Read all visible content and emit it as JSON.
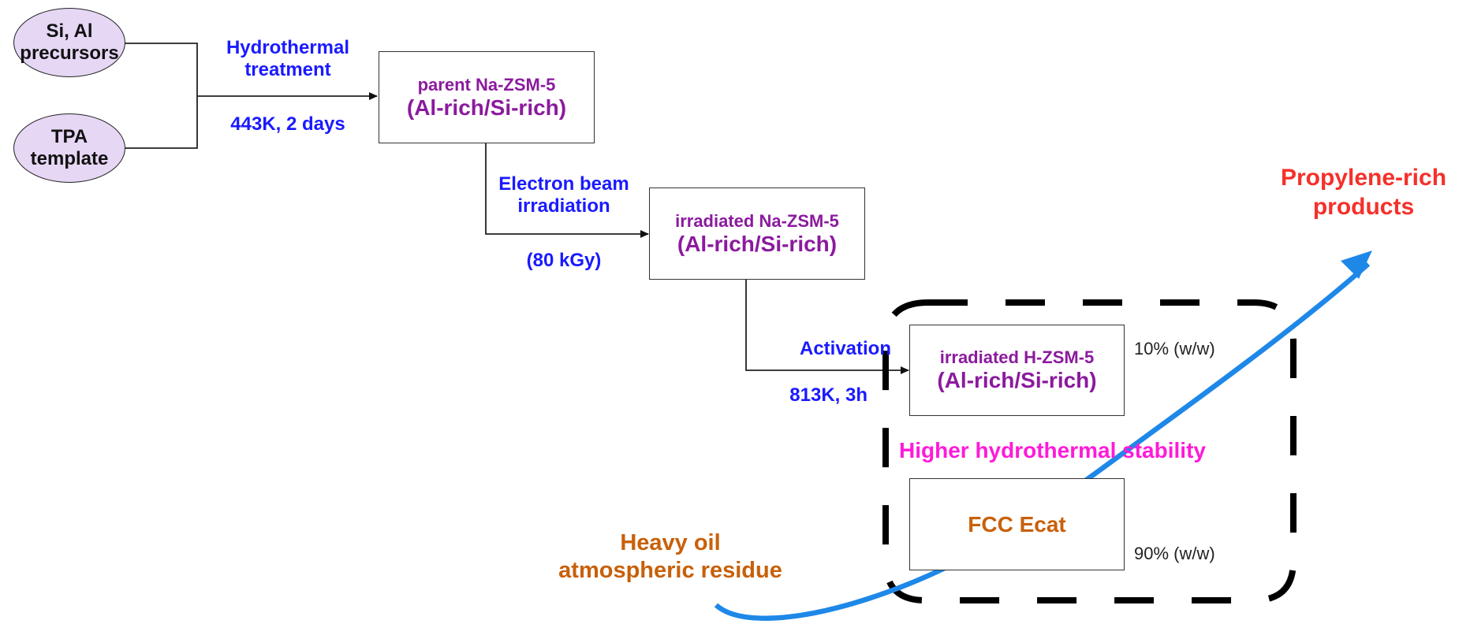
{
  "inputs": {
    "si_al": [
      "Si, Al",
      "precursors"
    ],
    "tpa": [
      "TPA",
      "template"
    ]
  },
  "step1": {
    "label": [
      "Hydrothermal",
      "treatment"
    ],
    "condition": "443K, 2 days"
  },
  "parent": {
    "line1": "parent Na-ZSM-5",
    "line2": "(Al-rich/Si-rich)"
  },
  "step2": {
    "label": [
      "Electron beam",
      "irradiation"
    ],
    "condition": "(80 kGy)"
  },
  "irradiated_na": {
    "line1": "irradiated Na-ZSM-5",
    "line2": "(Al-rich/Si-rich)"
  },
  "step3": {
    "label": "Activation",
    "condition": "813K, 3h"
  },
  "irradiated_h": {
    "line1": "irradiated H-ZSM-5",
    "line2": "(Al-rich/Si-rich)",
    "fraction": "10% (w/w)"
  },
  "fcc": {
    "label": "FCC Ecat",
    "fraction": "90% (w/w)"
  },
  "stability": "Higher hydrothermal stability",
  "feed": [
    "Heavy oil",
    "atmospheric residue"
  ],
  "product": [
    "Propylene-rich",
    "products"
  ],
  "colors": {
    "blue": "#1a1aff",
    "purple": "#8b1a9e",
    "magenta": "#ff1ad9",
    "orange": "#c8600a",
    "red": "#f5302a",
    "arrow": "#1e88e8",
    "oval_fill": "#e6d7f5"
  }
}
